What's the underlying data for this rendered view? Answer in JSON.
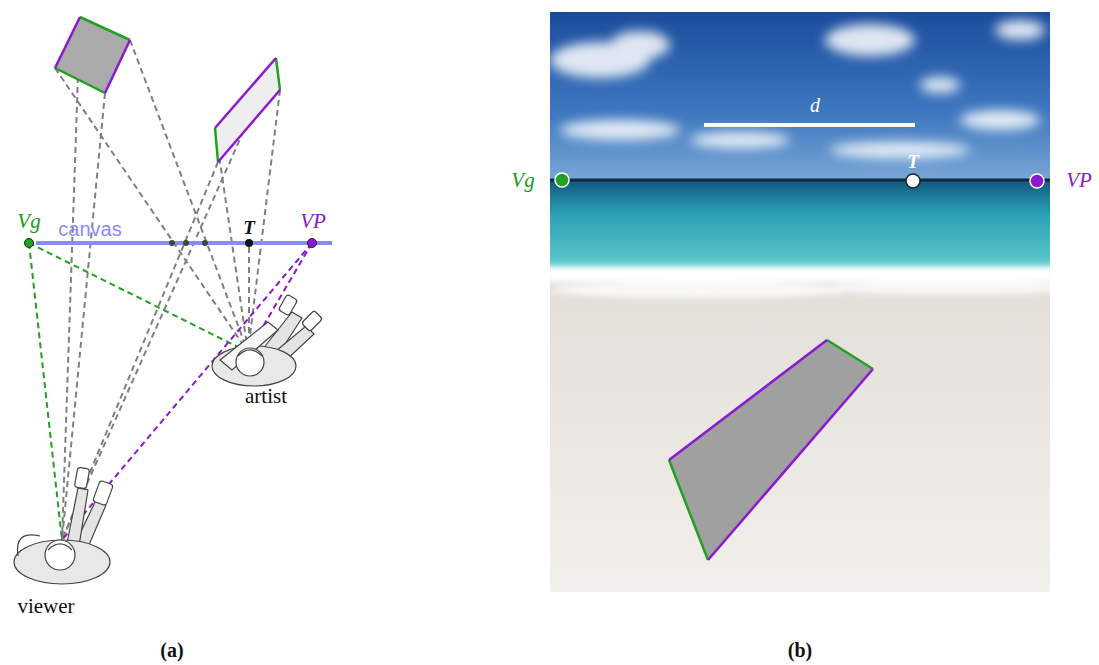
{
  "diagram": {
    "labels": [
      "Vg",
      "canvas",
      "T",
      "VP",
      "artist",
      "viewer",
      "(a)",
      "Vg",
      "T",
      "VP",
      "d",
      "(b)"
    ]
  }
}
